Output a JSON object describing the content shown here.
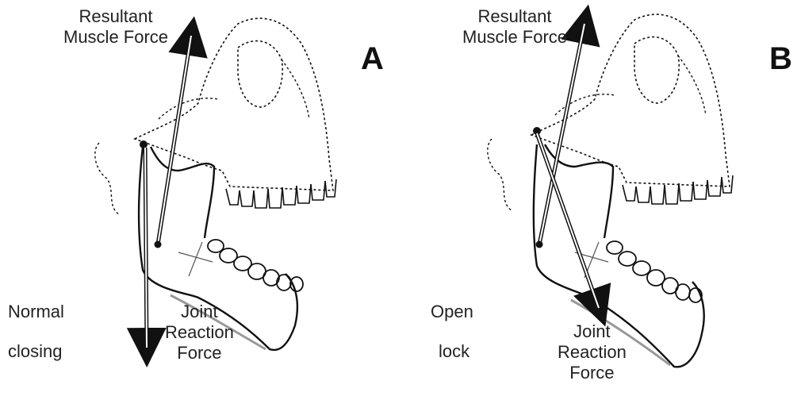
{
  "panels": [
    {
      "letter": "A",
      "muscle_label_1": "Resultant",
      "muscle_label_2": "Muscle Force",
      "condition_1": "Normal",
      "condition_2": "closing",
      "joint_1": "Joint",
      "joint_2": "Reaction",
      "joint_3": "Force"
    },
    {
      "letter": "B",
      "muscle_label_1": "Resultant",
      "muscle_label_2": "Muscle Force",
      "condition_1": "Open",
      "condition_2": "lock",
      "joint_1": "Joint",
      "joint_2": "Reaction",
      "joint_3": "Force"
    }
  ],
  "colors": {
    "line": "#111111",
    "soft": "#777777",
    "accent": "#999999"
  }
}
